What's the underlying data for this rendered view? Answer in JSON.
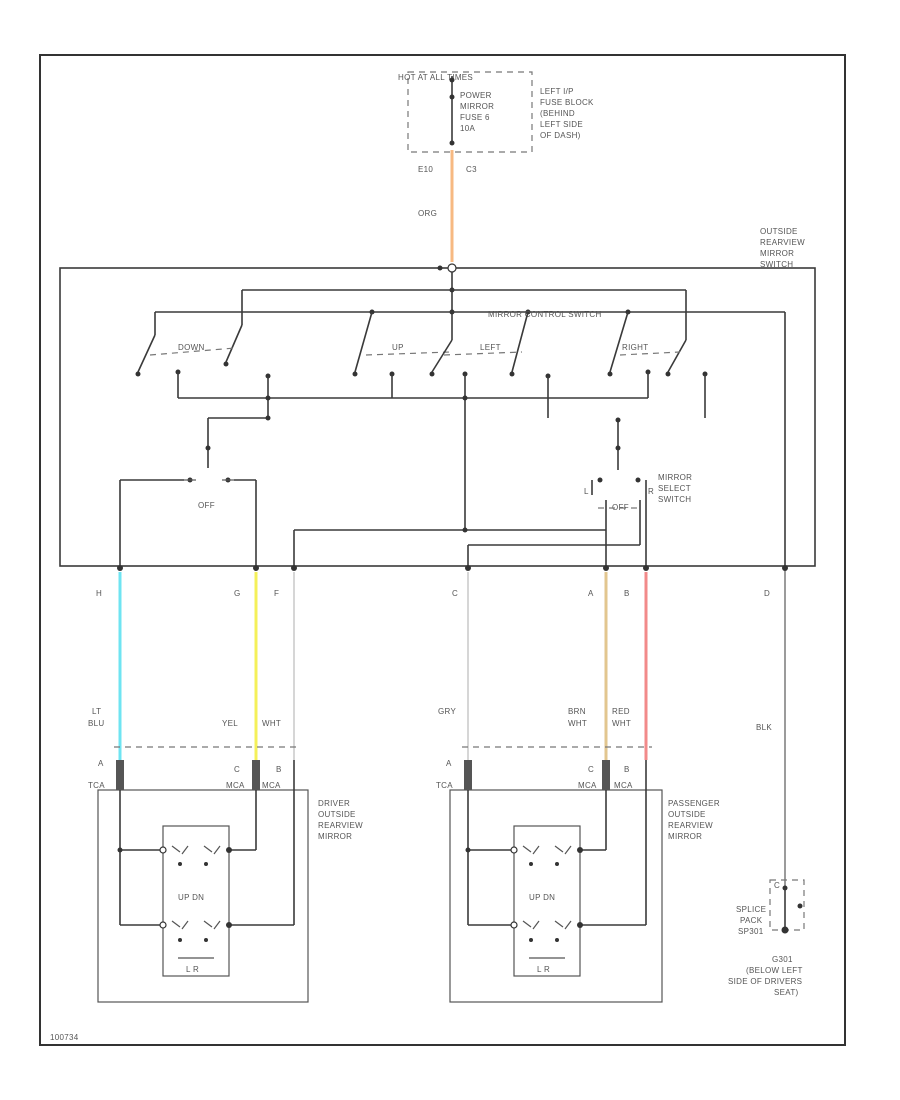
{
  "fuse_block": {
    "header": "HOT AT ALL TIMES",
    "fuse_lines": [
      "POWER",
      "MIRROR",
      "FUSE 6",
      "10A"
    ],
    "location_lines": [
      "LEFT I/P",
      "FUSE BLOCK",
      "(BEHIND",
      "LEFT SIDE",
      "OF DASH)"
    ],
    "pin": "E10",
    "connector": "C3",
    "wire": "ORG"
  },
  "switch_assembly": {
    "name_lines": [
      "OUTSIDE",
      "REARVIEW",
      "MIRROR",
      "SWITCH"
    ],
    "control_switch": "MIRROR CONTROL SWITCH",
    "down": "DOWN",
    "up": "UP",
    "left": "LEFT",
    "right": "RIGHT",
    "off": "OFF",
    "select_lines": [
      "MIRROR",
      "SELECT",
      "SWITCH"
    ],
    "select_off": "OFF",
    "select_l": "L",
    "select_r": "R",
    "pin_h": "H",
    "pin_g": "G",
    "pin_f": "F",
    "pin_c": "C",
    "pin_a": "A",
    "pin_b": "B",
    "pin_d": "D"
  },
  "wires": {
    "lt_blu": [
      "LT",
      "BLU"
    ],
    "yel": "YEL",
    "yel_wht": "WHT",
    "gry": "GRY",
    "brn": [
      "BRN",
      "WHT"
    ],
    "red": [
      "RED",
      "WHT"
    ],
    "blk": "BLK"
  },
  "colors": {
    "org": "#f7b982",
    "lt_blu": "#6fe4f2",
    "yel": "#f4f05a",
    "brn": "#e2c68f",
    "red": "#f28a8a",
    "gry": "#c8c8c8",
    "blk": "#7a7a7a"
  },
  "driver_mirror": {
    "name_lines": [
      "DRIVER",
      "OUTSIDE",
      "REARVIEW",
      "MIRROR"
    ],
    "pin_a": "A",
    "pin_c": "C",
    "pin_b": "B",
    "conn_a": "TCA",
    "conn_c": "MCA",
    "conn_b": "MCA",
    "motor_label": "UP DN",
    "motor_bottom": "L R"
  },
  "passenger_mirror": {
    "name_lines": [
      "PASSENGER",
      "OUTSIDE",
      "REARVIEW",
      "MIRROR"
    ],
    "pin_a": "A",
    "pin_c": "C",
    "pin_b": "B",
    "conn_a": "TCA",
    "conn_c": "MCA",
    "conn_b": "MCA",
    "motor_label": "UP DN",
    "motor_bottom": "L R"
  },
  "splice": {
    "lines": [
      "SPLICE",
      "PACK",
      "SP301"
    ],
    "pin": "C"
  },
  "ground": {
    "lines": [
      "G301",
      "(BELOW LEFT",
      "SIDE OF DRIVERS",
      "SEAT)"
    ]
  },
  "diagram_id": "100734"
}
